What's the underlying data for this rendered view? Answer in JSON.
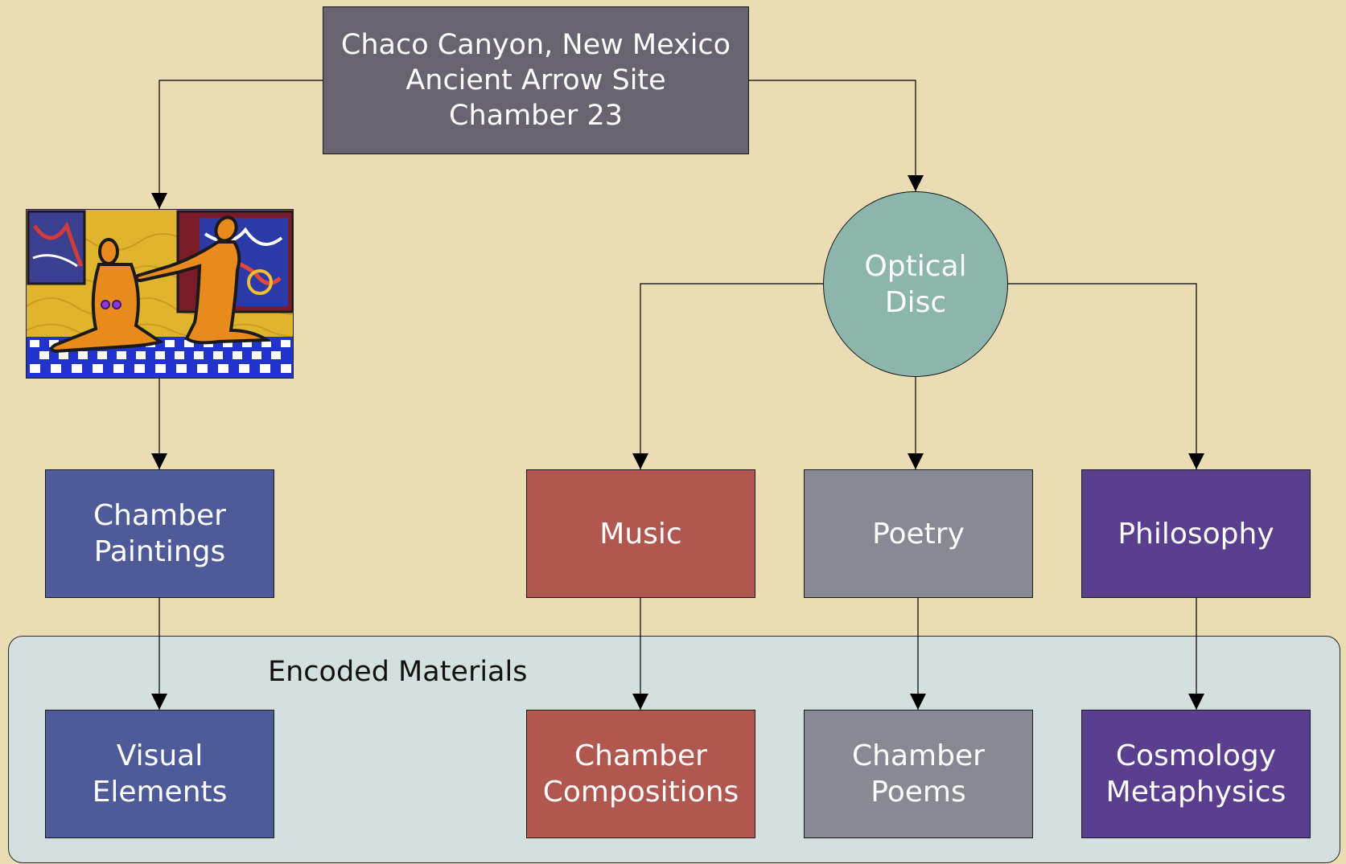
{
  "root": {
    "lines": [
      "Chaco Canyon, New Mexico",
      "Ancient Arrow Site",
      "Chamber 23"
    ]
  },
  "disc": {
    "lines": [
      "Optical",
      "Disc"
    ]
  },
  "painting_image": {
    "icon": "chamber-painting-image"
  },
  "categories": [
    {
      "id": "chamber-paintings",
      "lines": [
        "Chamber",
        "Paintings"
      ]
    },
    {
      "id": "music",
      "lines": [
        "Music"
      ]
    },
    {
      "id": "poetry",
      "lines": [
        "Poetry"
      ]
    },
    {
      "id": "philosophy",
      "lines": [
        "Philosophy"
      ]
    }
  ],
  "encoded_group": {
    "title": "Encoded Materials",
    "items": [
      {
        "id": "visual-elements",
        "lines": [
          "Visual",
          "Elements"
        ]
      },
      {
        "id": "chamber-compositions",
        "lines": [
          "Chamber",
          "Compositions"
        ]
      },
      {
        "id": "chamber-poems",
        "lines": [
          "Chamber",
          "Poems"
        ]
      },
      {
        "id": "cosmology-metaphysics",
        "lines": [
          "Cosmology",
          "Metaphysics"
        ]
      }
    ]
  },
  "colors": {
    "background": "#eadcb4",
    "root": "#67636f",
    "disc": "#8cb5ab",
    "paintings_blue": "#4f5a99",
    "music_red": "#b0574f",
    "poetry_gray": "#878a92",
    "philosophy_purple": "#5a3f8f",
    "group_panel": "#d3e0dd"
  }
}
